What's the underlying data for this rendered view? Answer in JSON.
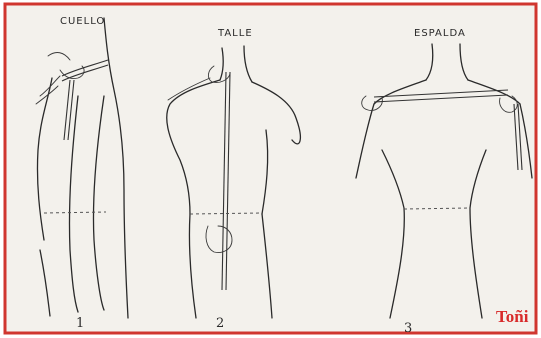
{
  "figures": [
    {
      "title": "CUELLO",
      "number": "1"
    },
    {
      "title": "TALLE",
      "number": "2"
    },
    {
      "title": "ESPALDA",
      "number": "3"
    }
  ],
  "signature": "Toñi",
  "colors": {
    "paper": "#f3f1ec",
    "border": "#d0362f",
    "ink": "#2a2a2a",
    "signature": "#d82a2a"
  }
}
